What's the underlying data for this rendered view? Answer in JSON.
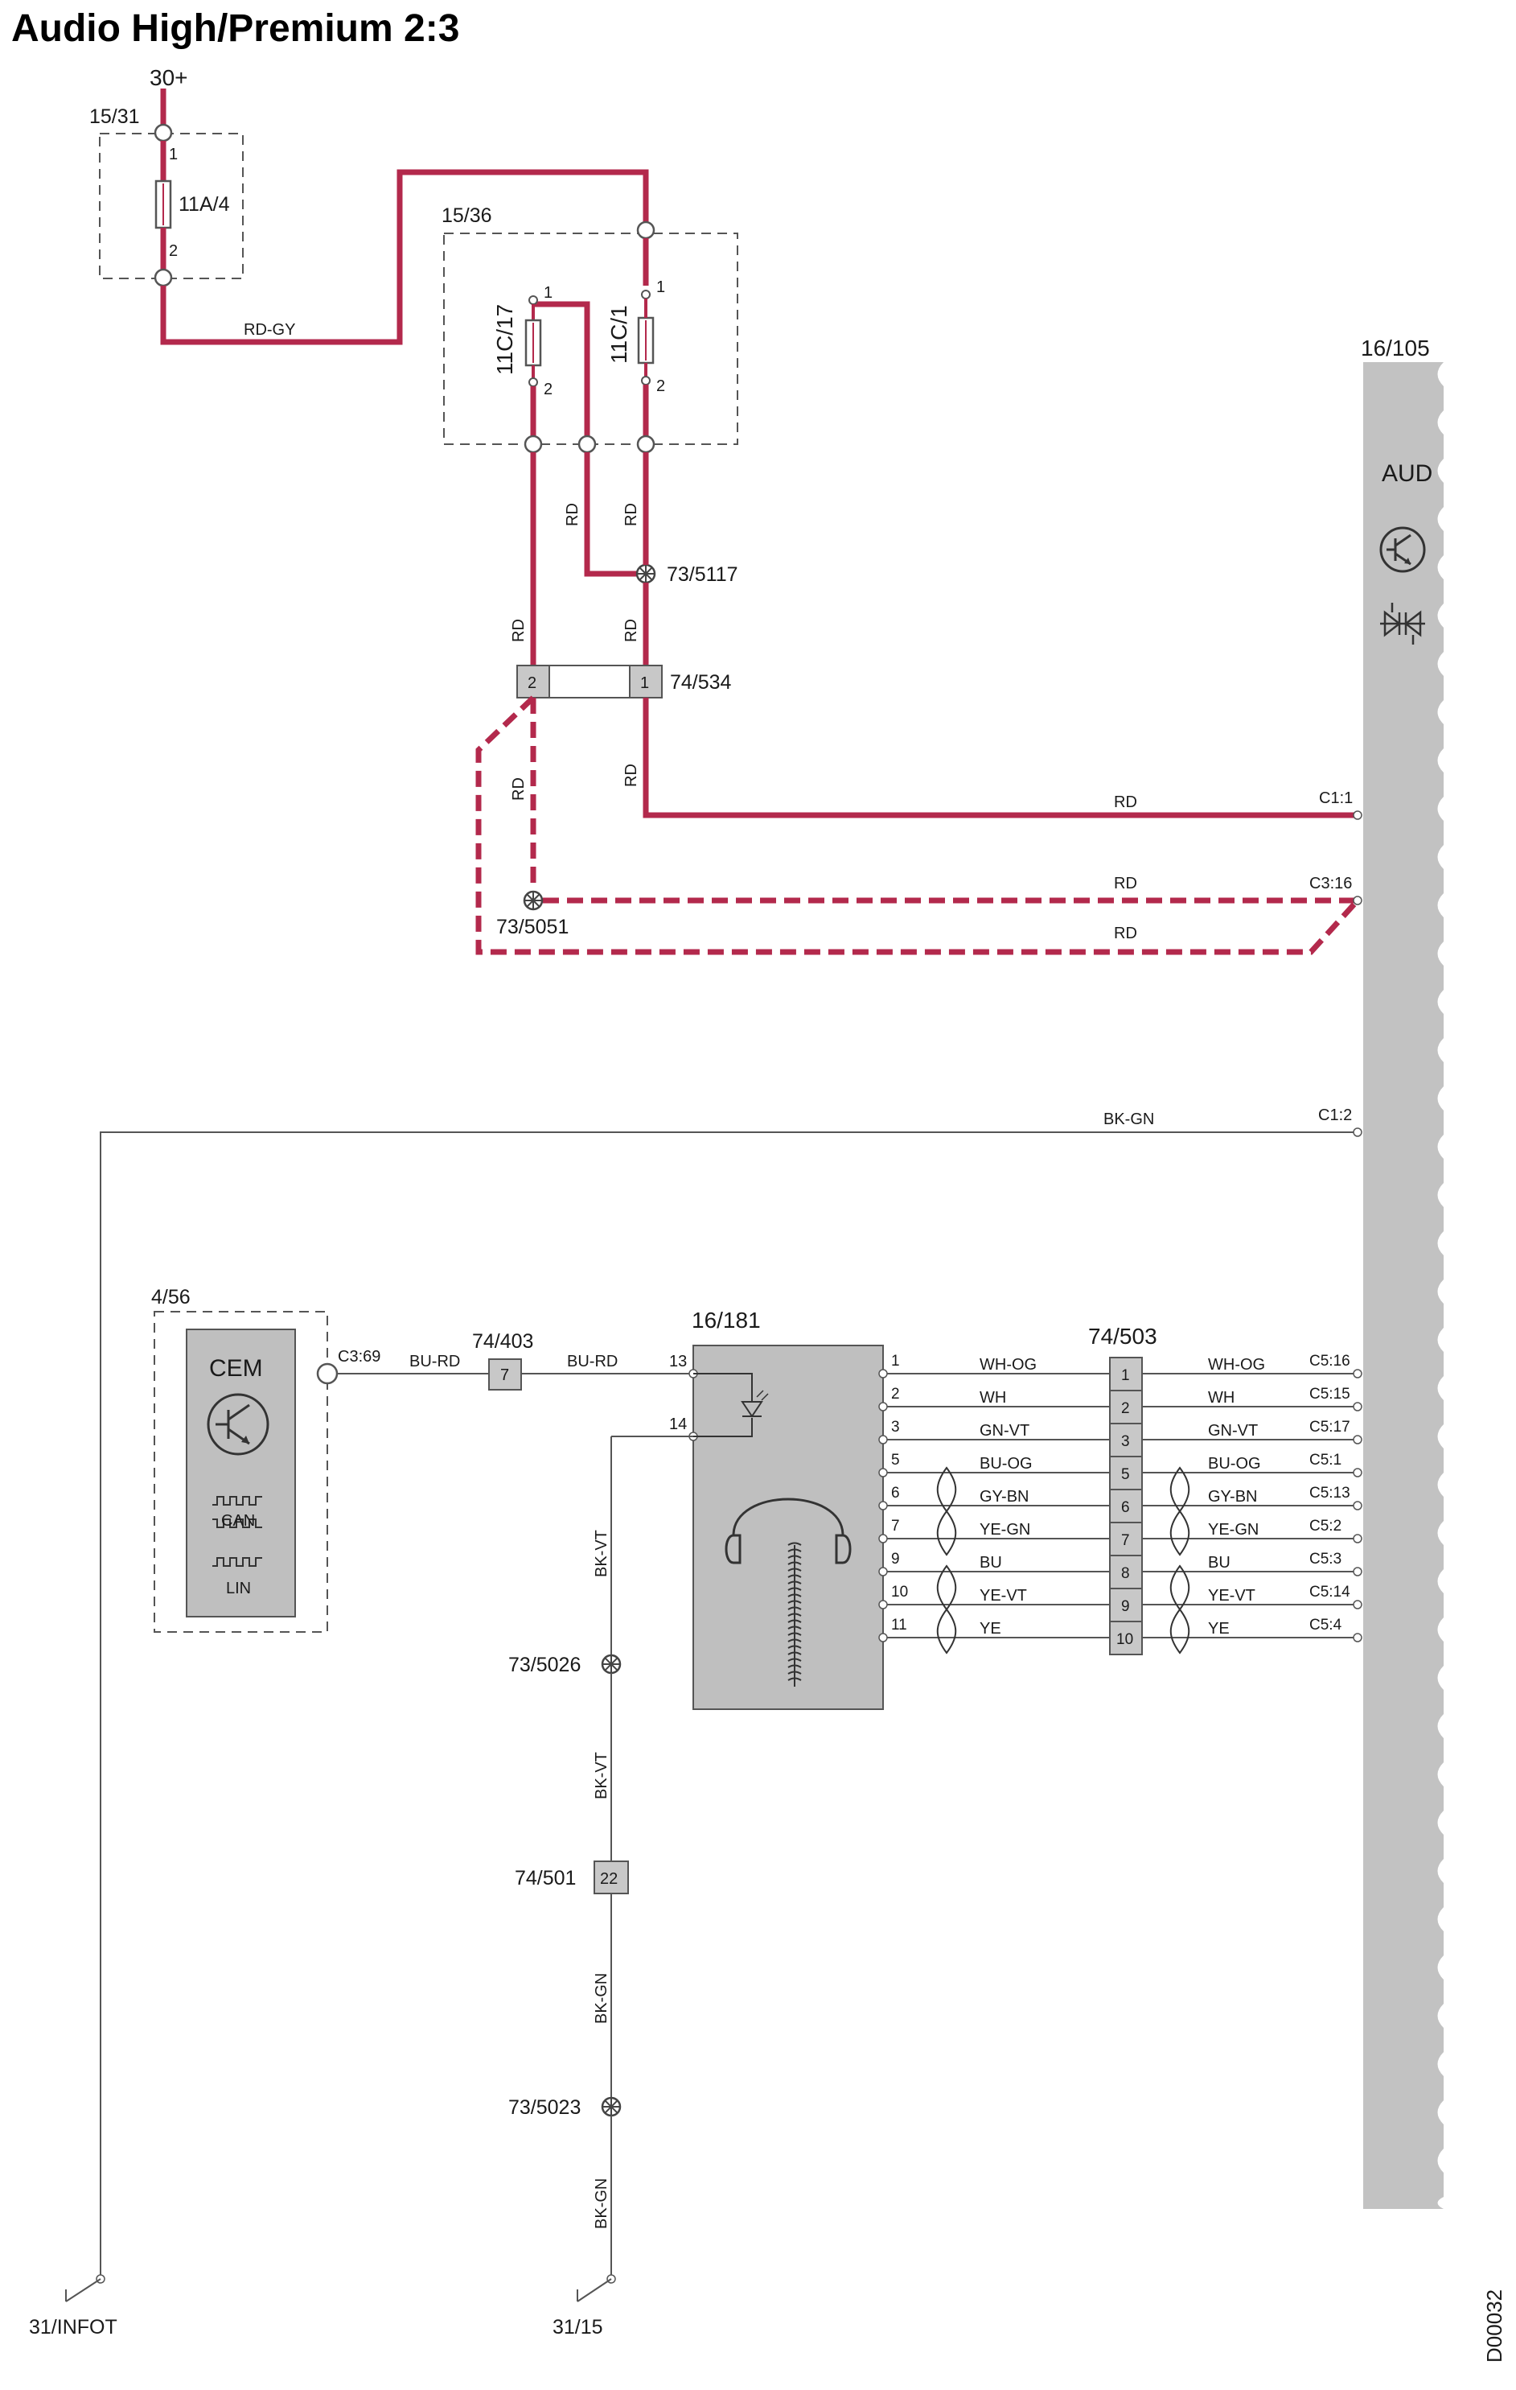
{
  "title": "Audio High/Premium 2:3",
  "colors": {
    "power_wire": "#b3294c",
    "signal_wire": "#555555",
    "module_fill": "#bfbfbf",
    "connector_fill": "#c8c8c8",
    "dashed_box": "#555555"
  },
  "supply": {
    "terminal": "30+"
  },
  "fuse_box_1": {
    "id": "15/31",
    "fuse": {
      "label": "11A/4",
      "pin1": "1",
      "pin2": "2"
    }
  },
  "fuse_box_2": {
    "id": "15/36",
    "fuse_a": {
      "label": "11C/17",
      "pin1": "1",
      "pin2": "2"
    },
    "fuse_b": {
      "label": "11C/1",
      "pin1": "1",
      "pin2": "2"
    }
  },
  "wires": {
    "rd_gy": "RD-GY",
    "rd": "RD",
    "bk_gn": "BK-GN",
    "bu_rd": "BU-RD",
    "bk_vt": "BK-VT"
  },
  "splices": {
    "s5117": "73/5117",
    "s5051": "73/5051",
    "s5026": "73/5026",
    "s5023": "73/5023"
  },
  "connector_534": {
    "id": "74/534",
    "pin_left": "2",
    "pin_right": "1"
  },
  "connector_403": {
    "id": "74/403",
    "pin": "7"
  },
  "connector_501": {
    "id": "74/501",
    "pin": "22"
  },
  "audio_module": {
    "id": "16/105",
    "label": "AUD",
    "pins": {
      "c1_1": "C1:1",
      "c3_16": "C3:16",
      "c1_2": "C1:2"
    },
    "icons": [
      "transistor-icon",
      "diode-pair-icon"
    ]
  },
  "cem": {
    "id": "4/56",
    "label": "CEM",
    "pin": "C3:69",
    "bus_labels": [
      "CAN",
      "LIN"
    ],
    "icons": [
      "transistor-icon",
      "can-bus-icon",
      "lin-bus-icon"
    ]
  },
  "headphone_unit": {
    "id": "16/181",
    "input_pins": [
      "13",
      "14"
    ],
    "output_pins": [
      "1",
      "2",
      "3",
      "5",
      "6",
      "7",
      "9",
      "10",
      "11"
    ],
    "icons": [
      "led-icon",
      "headphone-icon",
      "antenna-coil-icon"
    ]
  },
  "connector_503": {
    "id": "74/503",
    "pins": [
      "1",
      "2",
      "3",
      "5",
      "6",
      "7",
      "8",
      "9",
      "10"
    ]
  },
  "signal_lines": [
    {
      "src_pin": "1",
      "left_color": "WH-OG",
      "conn_pin": "1",
      "right_color": "WH-OG",
      "dest": "C5:16"
    },
    {
      "src_pin": "2",
      "left_color": "WH",
      "conn_pin": "2",
      "right_color": "WH",
      "dest": "C5:15"
    },
    {
      "src_pin": "3",
      "left_color": "GN-VT",
      "conn_pin": "3",
      "right_color": "GN-VT",
      "dest": "C5:17"
    },
    {
      "src_pin": "5",
      "left_color": "BU-OG",
      "conn_pin": "5",
      "right_color": "BU-OG",
      "dest": "C5:1"
    },
    {
      "src_pin": "6",
      "left_color": "GY-BN",
      "conn_pin": "6",
      "right_color": "GY-BN",
      "dest": "C5:13"
    },
    {
      "src_pin": "7",
      "left_color": "YE-GN",
      "conn_pin": "7",
      "right_color": "YE-GN",
      "dest": "C5:2"
    },
    {
      "src_pin": "9",
      "left_color": "BU",
      "conn_pin": "8",
      "right_color": "BU",
      "dest": "C5:3"
    },
    {
      "src_pin": "10",
      "left_color": "YE-VT",
      "conn_pin": "9",
      "right_color": "YE-VT",
      "dest": "C5:14"
    },
    {
      "src_pin": "11",
      "left_color": "YE",
      "conn_pin": "10",
      "right_color": "YE",
      "dest": "C5:4"
    }
  ],
  "grounds": {
    "g_infot": "31/INFOT",
    "g_15": "31/15"
  },
  "drawing_code": "D00032"
}
